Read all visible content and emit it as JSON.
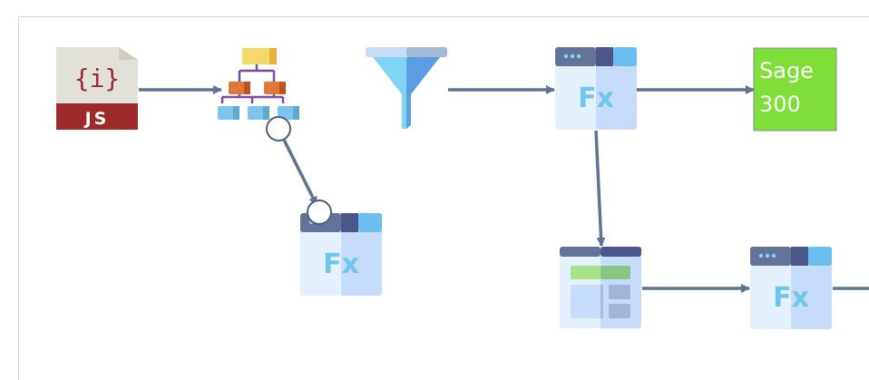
{
  "colors": {
    "connector": "#5f7392",
    "sage_bg": "#7ddf37",
    "canvas_border": "#d6d6d6"
  },
  "nodes": {
    "js_source": {
      "icon": "javascript-file-icon",
      "label": "JS",
      "glyph": "{i}"
    },
    "hierarchy": {
      "icon": "hierarchy-icon"
    },
    "filter": {
      "icon": "funnel-icon"
    },
    "function_1": {
      "icon": "function-window-icon",
      "label": "Fx"
    },
    "function_2": {
      "icon": "function-window-icon",
      "label": "Fx"
    },
    "function_3": {
      "icon": "function-window-icon",
      "label": "Fx"
    },
    "table_view": {
      "icon": "table-window-icon"
    },
    "sage": {
      "line1": "Sage",
      "line2": "300"
    }
  }
}
